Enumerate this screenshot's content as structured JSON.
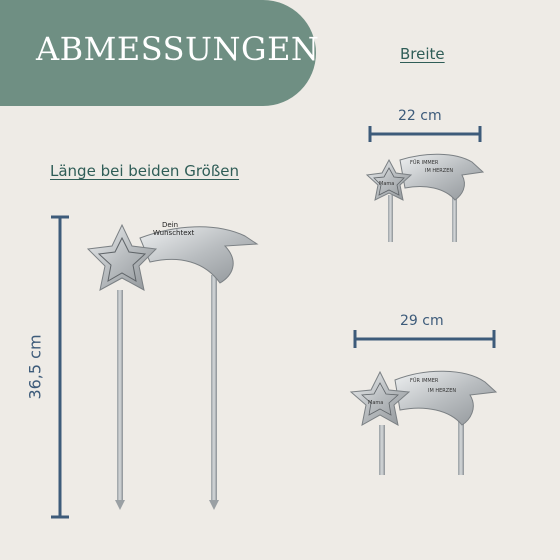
{
  "banner": {
    "title": "ABMESSUNGEN"
  },
  "width_heading": "Breite",
  "length_heading": "Länge bei beiden Größen",
  "dimensions": {
    "length": "36,5 cm",
    "small_width": "22 cm",
    "large_width": "29 cm"
  },
  "large_plaque": {
    "line1": "Dein",
    "line2": "Wunschtext"
  },
  "small_plaque": {
    "name": "Mama",
    "line1": "FÜR IMMER",
    "line2": "IM HERZEN"
  },
  "colors": {
    "banner": "#6f8f83",
    "heading": "#2f5d57",
    "dimension": "#3d5b7a",
    "background": "#eeebe6"
  }
}
